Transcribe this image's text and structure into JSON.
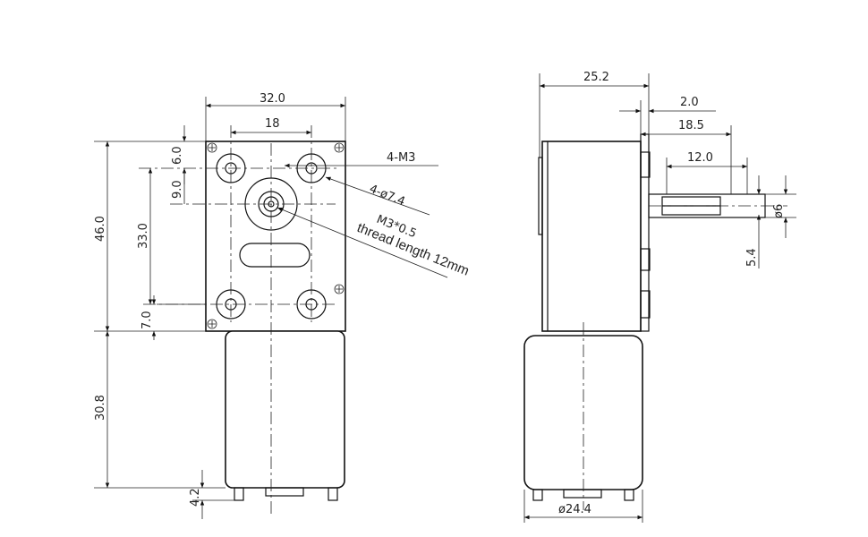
{
  "front_view": {
    "width_overall": "32.0",
    "hole_spacing_top": "18",
    "height_overall": "46.0",
    "hole_vertical_spacing": "33.0",
    "top_hole_offset": "6.0",
    "shaft_offset": "9.0",
    "bottom_hole_offset": "7.0",
    "motor_length": "30.8",
    "terminal_length": "4.2",
    "mount_holes_label": "4-M3",
    "counterbore_label": "4-ø7.4",
    "shaft_thread_label": "M3*0.5",
    "thread_length_label": "thread length 12mm"
  },
  "side_view": {
    "depth_overall": "25.2",
    "flange_thickness": "2.0",
    "shaft_offset": "18.5",
    "shaft_flat_length": "12.0",
    "shaft_diameter": "ø6",
    "shaft_flat_depth": "5.4",
    "motor_diameter": "ø24.4"
  }
}
